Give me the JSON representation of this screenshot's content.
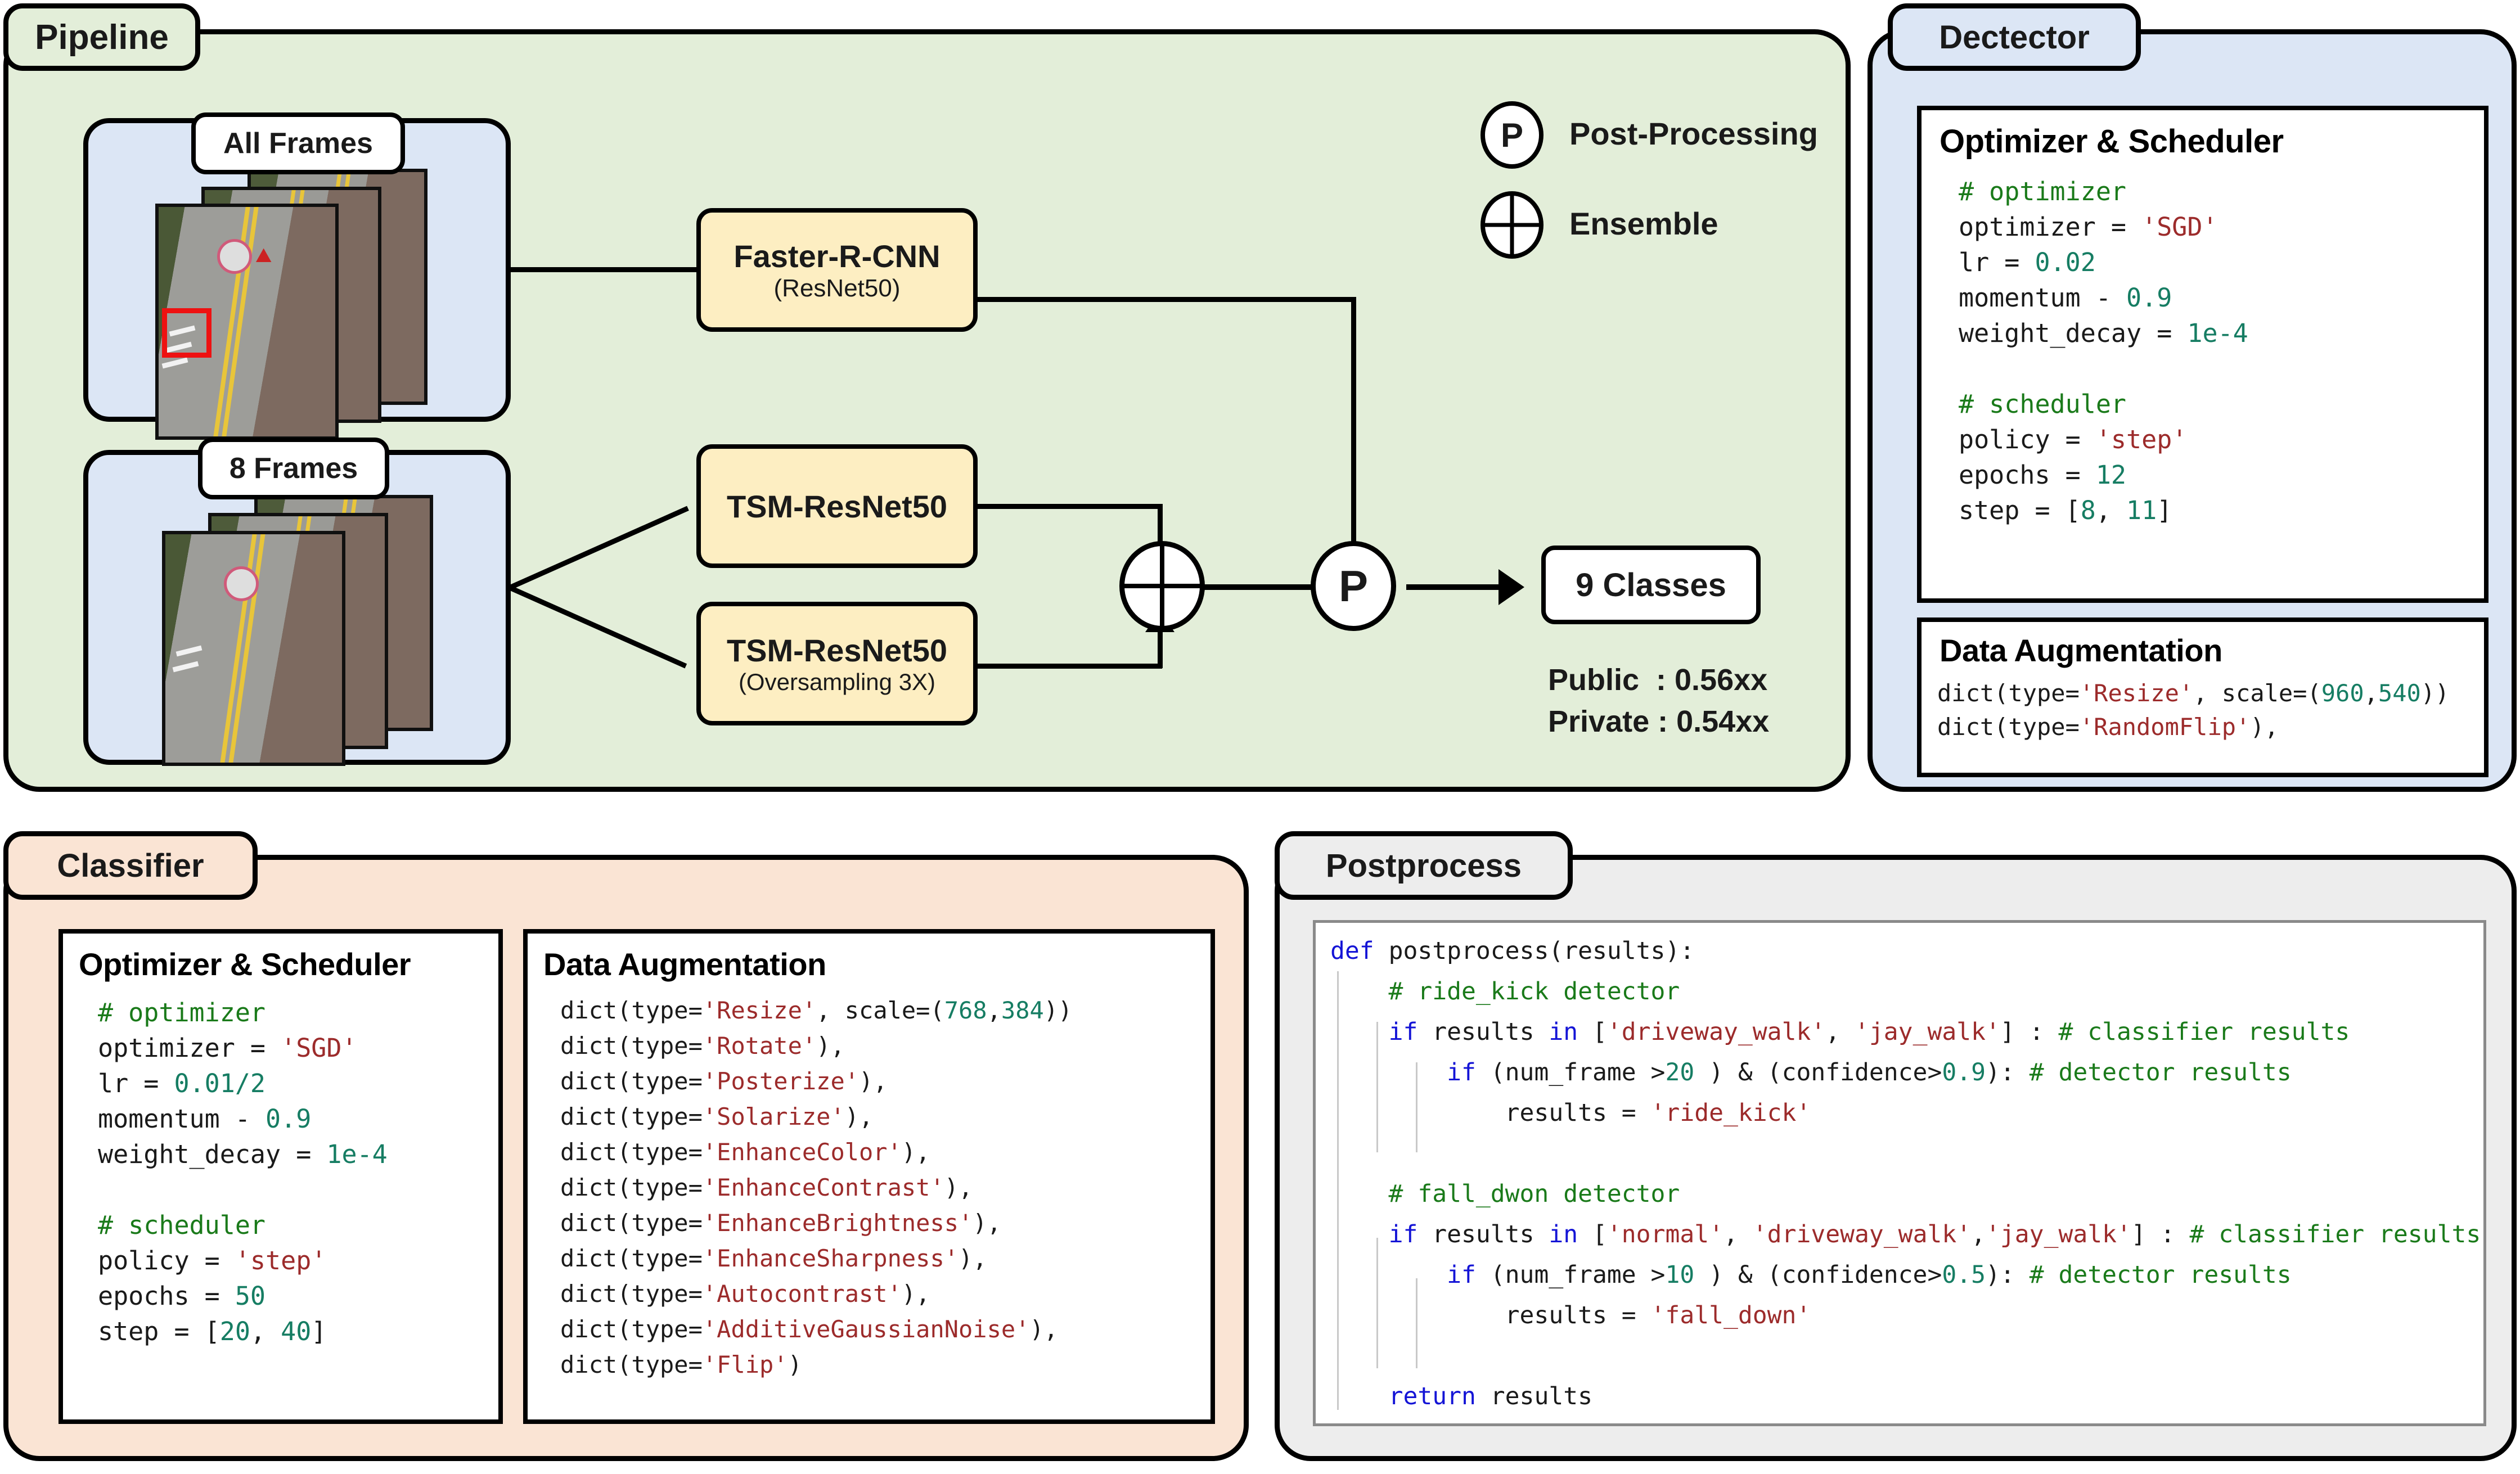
{
  "colors": {
    "pipeline_bg": "#e3eed9",
    "detector_bg": "#dce6f5",
    "classifier_bg": "#fae4d4",
    "postprocess_bg": "#ededed",
    "node_bg": "#fdeec2",
    "frame_panel_bg": "#dce6f5",
    "comment_green": "#1a7a1a",
    "string_red": "#9c2b2b",
    "number_teal": "#167d63",
    "keyword_blue": "#1414d6",
    "bbox_red": "#ee1111"
  },
  "pipeline": {
    "tab_label": "Pipeline",
    "inputs": [
      {
        "label": "All Frames"
      },
      {
        "label": "8 Frames"
      }
    ],
    "models": [
      {
        "title": "Faster-R-CNN",
        "subtitle": "(ResNet50)"
      },
      {
        "title": "TSM-ResNet50",
        "subtitle": ""
      },
      {
        "title": "TSM-ResNet50",
        "subtitle": "(Oversampling 3X)"
      }
    ],
    "legend": [
      {
        "glyph": "P",
        "label": "Post-Processing",
        "icon": "post-processing-icon"
      },
      {
        "glyph": "",
        "label": "Ensemble",
        "icon": "ensemble-icon"
      }
    ],
    "output": {
      "label": "9 Classes"
    },
    "scores": [
      "Public  : 0.56xx",
      "Private : 0.54xx"
    ]
  },
  "detector": {
    "tab_label": "Dectector",
    "optimizer_box": {
      "title": "Optimizer & Scheduler",
      "lines": [
        [
          {
            "t": "# optimizer",
            "c": "cm"
          }
        ],
        [
          {
            "t": "optimizer = ",
            "c": ""
          },
          {
            "t": "'SGD'",
            "c": "st"
          }
        ],
        [
          {
            "t": "lr = ",
            "c": ""
          },
          {
            "t": "0.02",
            "c": "nu"
          }
        ],
        [
          {
            "t": "momentum - ",
            "c": ""
          },
          {
            "t": "0.9",
            "c": "nu"
          }
        ],
        [
          {
            "t": "weight_decay = ",
            "c": ""
          },
          {
            "t": "1e-4",
            "c": "nu"
          }
        ],
        [
          {
            "t": "",
            "c": ""
          }
        ],
        [
          {
            "t": "# scheduler",
            "c": "cm"
          }
        ],
        [
          {
            "t": "policy = ",
            "c": ""
          },
          {
            "t": "'step'",
            "c": "st"
          }
        ],
        [
          {
            "t": "epochs = ",
            "c": ""
          },
          {
            "t": "12",
            "c": "nu"
          }
        ],
        [
          {
            "t": "step = [",
            "c": ""
          },
          {
            "t": "8",
            "c": "nu"
          },
          {
            "t": ", ",
            "c": ""
          },
          {
            "t": "11",
            "c": "nu"
          },
          {
            "t": "]",
            "c": ""
          }
        ]
      ]
    },
    "augmentation_box": {
      "title": "Data Augmentation",
      "lines": [
        [
          {
            "t": "dict(type=",
            "c": ""
          },
          {
            "t": "'Resize'",
            "c": "st"
          },
          {
            "t": ", scale=(",
            "c": ""
          },
          {
            "t": "960",
            "c": "nu"
          },
          {
            "t": ",",
            "c": ""
          },
          {
            "t": "540",
            "c": "nu"
          },
          {
            "t": "))",
            "c": ""
          }
        ],
        [
          {
            "t": "dict(type=",
            "c": ""
          },
          {
            "t": "'RandomFlip'",
            "c": "st"
          },
          {
            "t": "),",
            "c": ""
          }
        ]
      ]
    }
  },
  "classifier": {
    "tab_label": "Classifier",
    "optimizer_box": {
      "title": "Optimizer & Scheduler",
      "lines": [
        [
          {
            "t": "# optimizer",
            "c": "cm"
          }
        ],
        [
          {
            "t": "optimizer = ",
            "c": ""
          },
          {
            "t": "'SGD'",
            "c": "st"
          }
        ],
        [
          {
            "t": "lr = ",
            "c": ""
          },
          {
            "t": "0.01/2",
            "c": "nu"
          }
        ],
        [
          {
            "t": "momentum - ",
            "c": ""
          },
          {
            "t": "0.9",
            "c": "nu"
          }
        ],
        [
          {
            "t": "weight_decay = ",
            "c": ""
          },
          {
            "t": "1e-4",
            "c": "nu"
          }
        ],
        [
          {
            "t": "",
            "c": ""
          }
        ],
        [
          {
            "t": "# scheduler",
            "c": "cm"
          }
        ],
        [
          {
            "t": "policy = ",
            "c": ""
          },
          {
            "t": "'step'",
            "c": "st"
          }
        ],
        [
          {
            "t": "epochs = ",
            "c": ""
          },
          {
            "t": "50",
            "c": "nu"
          }
        ],
        [
          {
            "t": "step = [",
            "c": ""
          },
          {
            "t": "20",
            "c": "nu"
          },
          {
            "t": ", ",
            "c": ""
          },
          {
            "t": "40",
            "c": "nu"
          },
          {
            "t": "]",
            "c": ""
          }
        ]
      ]
    },
    "augmentation_box": {
      "title": "Data Augmentation",
      "lines": [
        [
          {
            "t": "dict(type=",
            "c": ""
          },
          {
            "t": "'Resize'",
            "c": "st"
          },
          {
            "t": ", scale=(",
            "c": ""
          },
          {
            "t": "768",
            "c": "nu"
          },
          {
            "t": ",",
            "c": ""
          },
          {
            "t": "384",
            "c": "nu"
          },
          {
            "t": "))",
            "c": ""
          }
        ],
        [
          {
            "t": "dict(type=",
            "c": ""
          },
          {
            "t": "'Rotate'",
            "c": "st"
          },
          {
            "t": "),",
            "c": ""
          }
        ],
        [
          {
            "t": "dict(type=",
            "c": ""
          },
          {
            "t": "'Posterize'",
            "c": "st"
          },
          {
            "t": "),",
            "c": ""
          }
        ],
        [
          {
            "t": "dict(type=",
            "c": ""
          },
          {
            "t": "'Solarize'",
            "c": "st"
          },
          {
            "t": "),",
            "c": ""
          }
        ],
        [
          {
            "t": "dict(type=",
            "c": ""
          },
          {
            "t": "'EnhanceColor'",
            "c": "st"
          },
          {
            "t": "),",
            "c": ""
          }
        ],
        [
          {
            "t": "dict(type=",
            "c": ""
          },
          {
            "t": "'EnhanceContrast'",
            "c": "st"
          },
          {
            "t": "),",
            "c": ""
          }
        ],
        [
          {
            "t": "dict(type=",
            "c": ""
          },
          {
            "t": "'EnhanceBrightness'",
            "c": "st"
          },
          {
            "t": "),",
            "c": ""
          }
        ],
        [
          {
            "t": "dict(type=",
            "c": ""
          },
          {
            "t": "'EnhanceSharpness'",
            "c": "st"
          },
          {
            "t": "),",
            "c": ""
          }
        ],
        [
          {
            "t": "dict(type=",
            "c": ""
          },
          {
            "t": "'Autocontrast'",
            "c": "st"
          },
          {
            "t": "),",
            "c": ""
          }
        ],
        [
          {
            "t": "dict(type=",
            "c": ""
          },
          {
            "t": "'AdditiveGaussianNoise'",
            "c": "st"
          },
          {
            "t": "),",
            "c": ""
          }
        ],
        [
          {
            "t": "dict(type=",
            "c": ""
          },
          {
            "t": "'Flip'",
            "c": "st"
          },
          {
            "t": ")",
            "c": ""
          }
        ]
      ]
    }
  },
  "postprocess": {
    "tab_label": "Postprocess",
    "code_lines": [
      [
        {
          "t": "def ",
          "c": "kw"
        },
        {
          "t": "postprocess(results):",
          "c": ""
        }
      ],
      [
        {
          "t": "    # ride_kick detector",
          "c": "cm"
        }
      ],
      [
        {
          "t": "    ",
          "c": ""
        },
        {
          "t": "if ",
          "c": "kw"
        },
        {
          "t": "results ",
          "c": ""
        },
        {
          "t": "in ",
          "c": "kw"
        },
        {
          "t": "[",
          "c": ""
        },
        {
          "t": "'driveway_walk'",
          "c": "st"
        },
        {
          "t": ", ",
          "c": ""
        },
        {
          "t": "'jay_walk'",
          "c": "st"
        },
        {
          "t": "] : ",
          "c": ""
        },
        {
          "t": "# classifier results",
          "c": "cm"
        }
      ],
      [
        {
          "t": "        ",
          "c": ""
        },
        {
          "t": "if ",
          "c": "kw"
        },
        {
          "t": "(num_frame >",
          "c": ""
        },
        {
          "t": "20",
          "c": "nu"
        },
        {
          "t": " ) & (confidence>",
          "c": ""
        },
        {
          "t": "0.9",
          "c": "nu"
        },
        {
          "t": "): ",
          "c": ""
        },
        {
          "t": "# detector results",
          "c": "cm"
        }
      ],
      [
        {
          "t": "            results = ",
          "c": ""
        },
        {
          "t": "'ride_kick'",
          "c": "st"
        }
      ],
      [
        {
          "t": "",
          "c": ""
        }
      ],
      [
        {
          "t": "    # fall_dwon detector",
          "c": "cm"
        }
      ],
      [
        {
          "t": "    ",
          "c": ""
        },
        {
          "t": "if ",
          "c": "kw"
        },
        {
          "t": "results ",
          "c": ""
        },
        {
          "t": "in ",
          "c": "kw"
        },
        {
          "t": "[",
          "c": ""
        },
        {
          "t": "'normal'",
          "c": "st"
        },
        {
          "t": ", ",
          "c": ""
        },
        {
          "t": "'driveway_walk'",
          "c": "st"
        },
        {
          "t": ",",
          "c": ""
        },
        {
          "t": "'jay_walk'",
          "c": "st"
        },
        {
          "t": "] : ",
          "c": ""
        },
        {
          "t": "# classifier results",
          "c": "cm"
        }
      ],
      [
        {
          "t": "        ",
          "c": ""
        },
        {
          "t": "if ",
          "c": "kw"
        },
        {
          "t": "(num_frame >",
          "c": ""
        },
        {
          "t": "10",
          "c": "nu"
        },
        {
          "t": " ) & (confidence>",
          "c": ""
        },
        {
          "t": "0.5",
          "c": "nu"
        },
        {
          "t": "): ",
          "c": ""
        },
        {
          "t": "# detector results",
          "c": "cm"
        }
      ],
      [
        {
          "t": "            results = ",
          "c": ""
        },
        {
          "t": "'fall_down'",
          "c": "st"
        }
      ],
      [
        {
          "t": "",
          "c": ""
        }
      ],
      [
        {
          "t": "    ",
          "c": ""
        },
        {
          "t": "return ",
          "c": "kw"
        },
        {
          "t": "results",
          "c": ""
        }
      ]
    ]
  }
}
